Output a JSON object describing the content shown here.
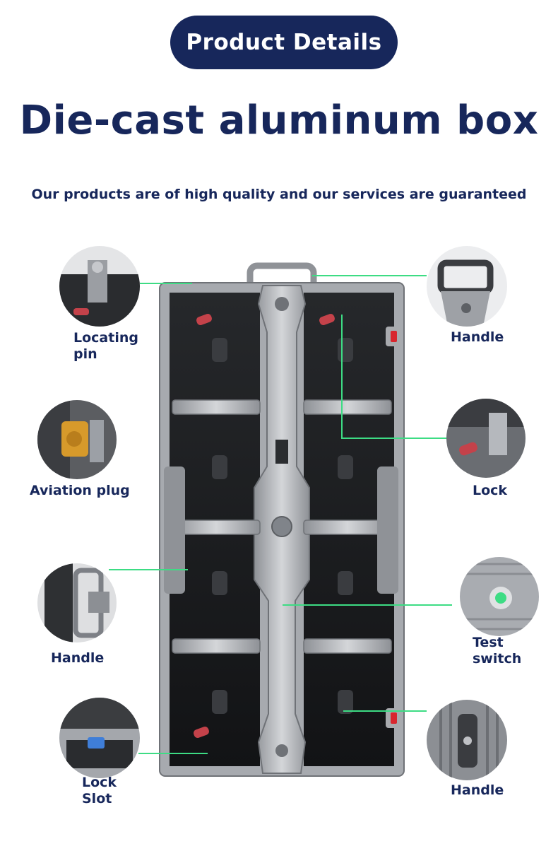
{
  "header": {
    "badge_label": "Product Details"
  },
  "hero": {
    "title": "Die-cast aluminum box",
    "subtitle": "Our products are of high quality and our services are guaranteed"
  },
  "callouts": {
    "locating_pin": "Locating\npin",
    "aviation_plug": "Aviation plug",
    "handle_left": "Handle",
    "lock_slot": "Lock\nSlot",
    "handle_top_right": "Handle",
    "lock": "Lock",
    "test_switch": "Test\nswitch",
    "handle_bottom_right": "Handle"
  },
  "colors": {
    "brand_navy": "#17275b",
    "leader_green": "#3ddc84",
    "cabinet_silver": "#b9bcc1",
    "module_black": "#18191b"
  }
}
